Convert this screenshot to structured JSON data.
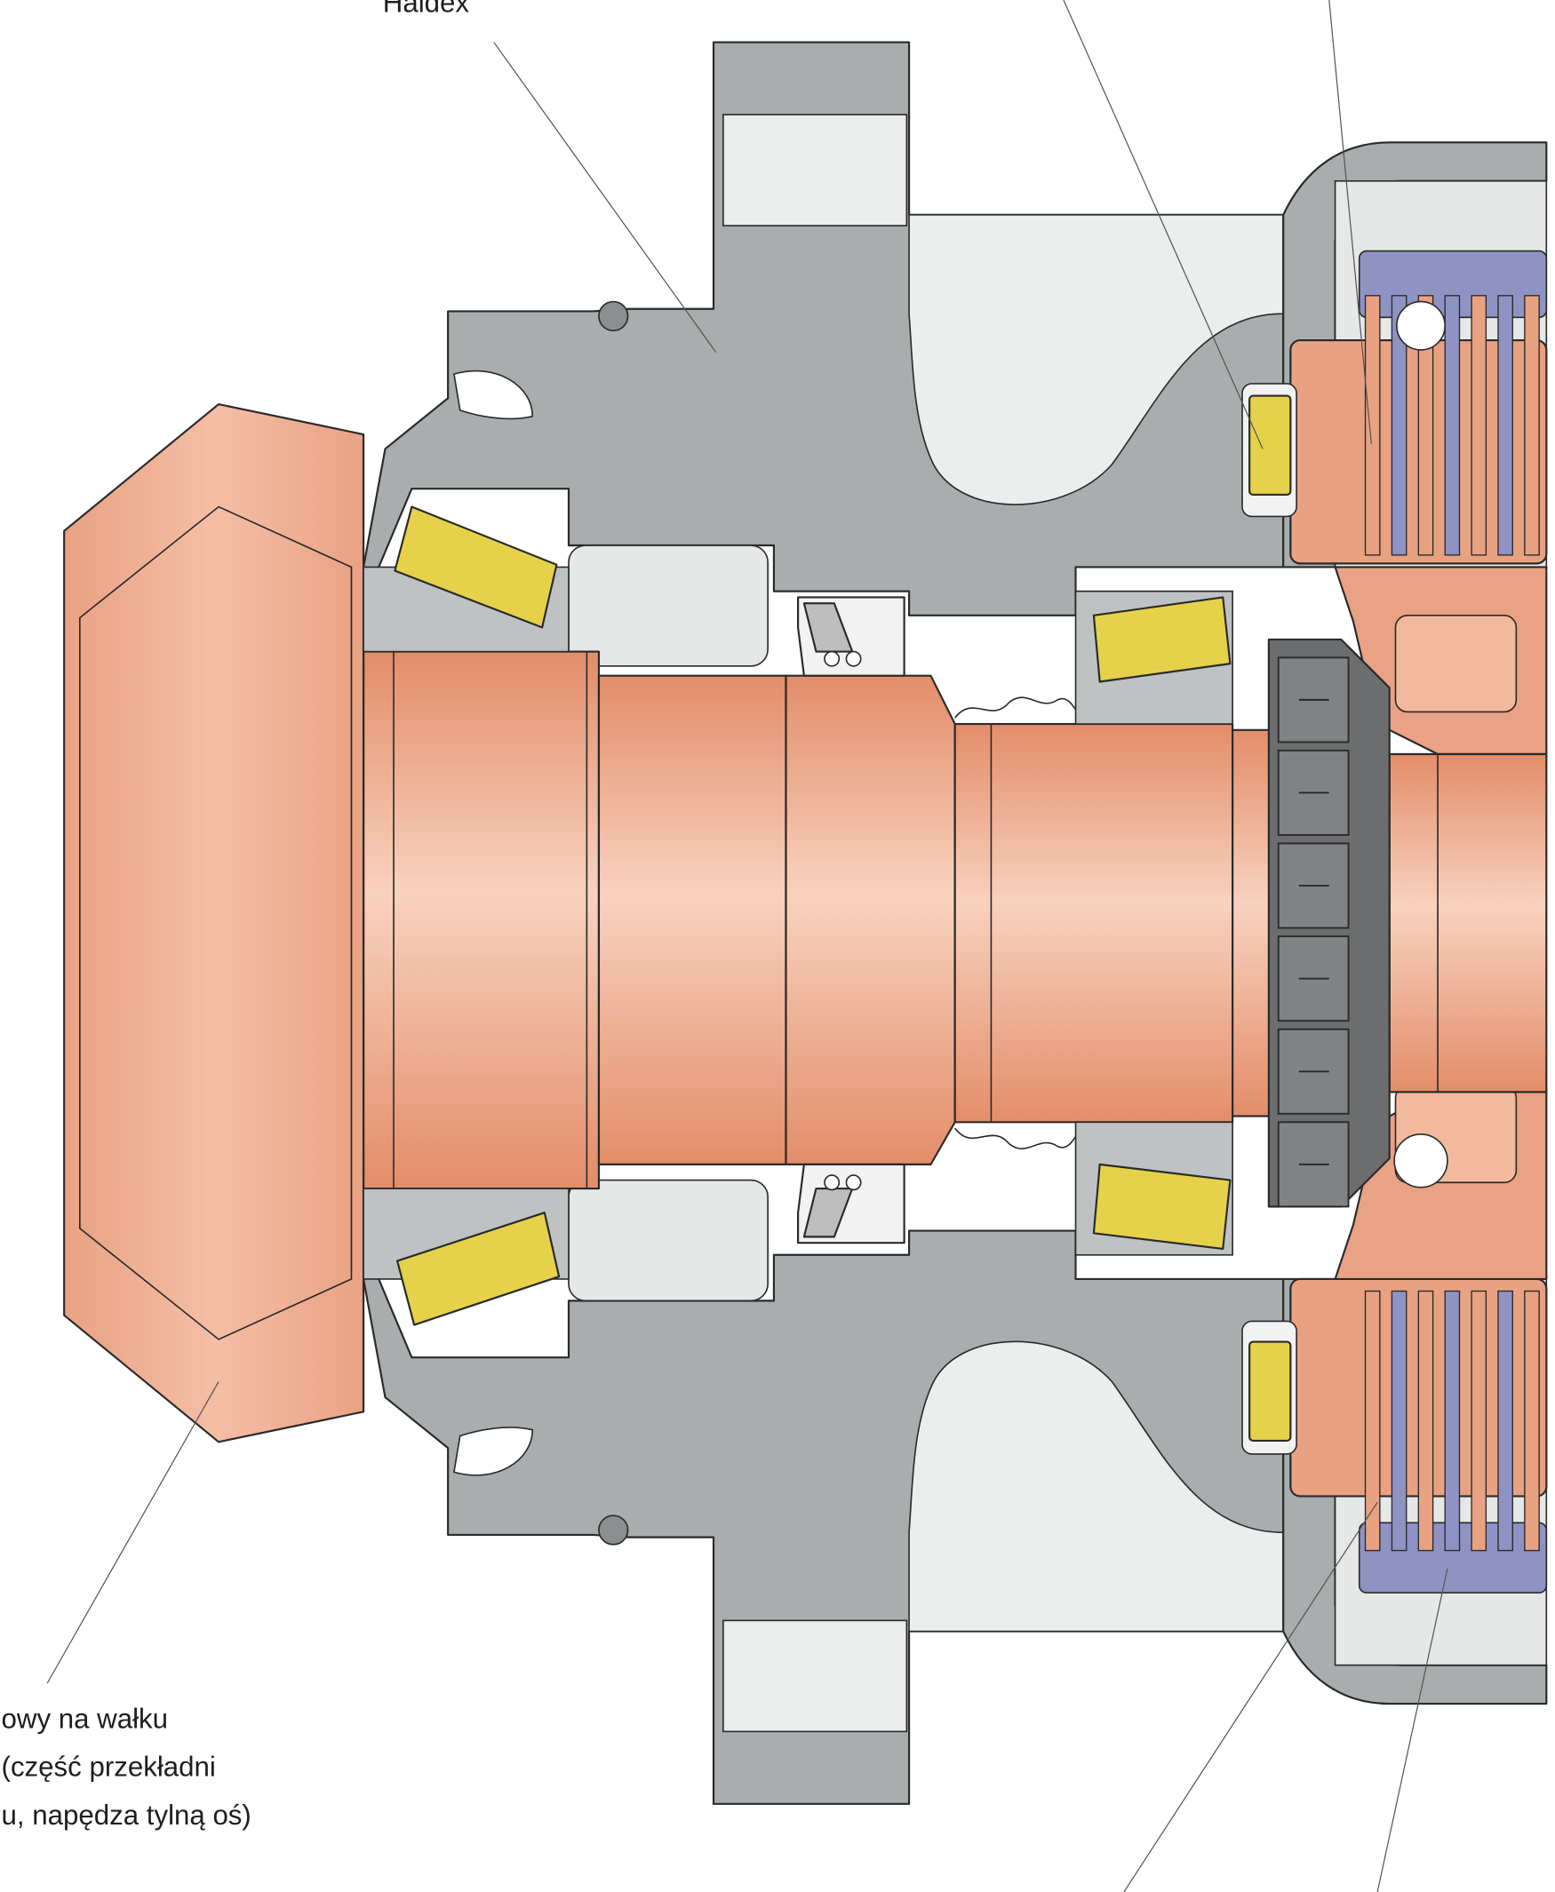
{
  "labels": {
    "top_label": "Haldex",
    "bottom_left_line1": "owy na wałku",
    "bottom_left_line2": "(część przekładni",
    "bottom_left_line3": "u, napędza tylną oś)"
  },
  "colors": {
    "housing": "#a9adad",
    "housing_light": "#e6e8e8",
    "copper": "#e8a282",
    "copper_light": "#f6c9b3",
    "bearing": "#e6d24a",
    "bearing_dark": "#b8a52a",
    "nut": "#6b6d6e",
    "plate_blue": "#8e93c4",
    "outline": "#2a2a2a"
  }
}
